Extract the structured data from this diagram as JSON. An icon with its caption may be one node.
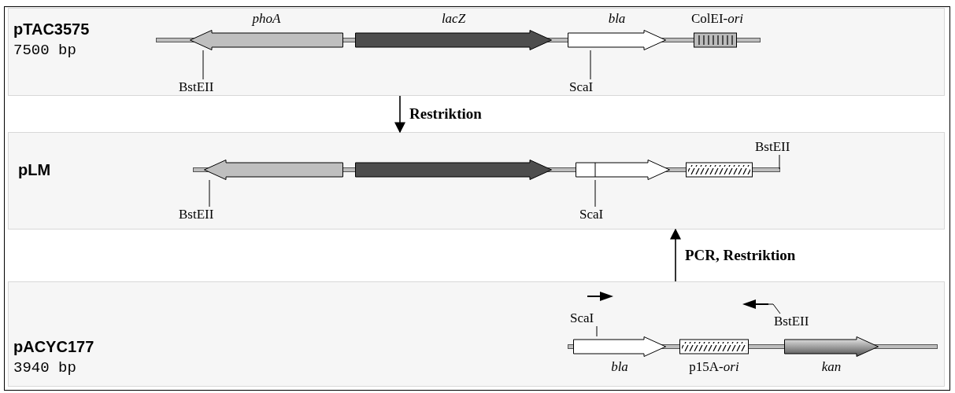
{
  "diagram": {
    "nodes": [
      {
        "text": [
          "pTAC3575",
          "7500 bp"
        ]
      },
      {
        "text": [
          "phoA"
        ],
        "in": 0
      },
      {
        "text": [
          "lacZ"
        ],
        "in": 0
      },
      {
        "text": [
          "bla"
        ],
        "in": 0
      },
      {
        "text": [
          "ColEI-*ori*"
        ],
        "in": 0
      },
      {
        "text": [
          "BstEII"
        ],
        "in": 0
      },
      {
        "text": [
          "ScaI"
        ],
        "in": 0
      },
      {
        "text": [
          "pLM"
        ]
      },
      {
        "text": [],
        "shape": "arrow",
        "in": 7
      },
      {
        "text": [],
        "shape": "arrow",
        "in": 7
      },
      {
        "text": [],
        "shape": "arrow",
        "in": 7
      },
      {
        "text": [],
        "shape": "box",
        "in": 7
      },
      {
        "text": [
          "BstEII"
        ],
        "in": 7
      },
      {
        "text": [
          "BstEII"
        ],
        "in": 7
      },
      {
        "text": [
          "ScaI"
        ],
        "in": 7
      },
      {
        "text": [
          "pACYC177",
          "3940 bp"
        ]
      },
      {
        "text": [],
        "shape": "arrow",
        "in": 15
      },
      {
        "text": [],
        "shape": "arrow",
        "in": 15
      },
      {
        "text": [
          "ScaI"
        ],
        "in": 15
      },
      {
        "text": [
          "BstEII"
        ],
        "in": 15
      },
      {
        "text": [
          "bla"
        ],
        "in": 15
      },
      {
        "text": [
          "p15A-*ori*"
        ],
        "in": 15
      },
      {
        "text": [
          "kan"
        ],
        "in": 15
      }
    ],
    "edges": [
      {
        "from": 0,
        "to": 7,
        "arrow": "to",
        "label": "Restriktion"
      },
      {
        "from": 15,
        "to": 7,
        "arrow": "to",
        "label": "PCR, Restriktion"
      },
      {
        "from": 5,
        "to": 1,
        "arrow": "none"
      },
      {
        "from": 6,
        "to": 3,
        "arrow": "none"
      },
      {
        "from": 12,
        "to": null,
        "arrow": "none"
      },
      {
        "from": 13,
        "to": 8,
        "arrow": "none"
      },
      {
        "from": 14,
        "to": 10,
        "arrow": "none"
      },
      {
        "from": 18,
        "to": 20,
        "arrow": "none"
      },
      {
        "from": 19,
        "to": 17,
        "arrow": "none"
      }
    ]
  }
}
